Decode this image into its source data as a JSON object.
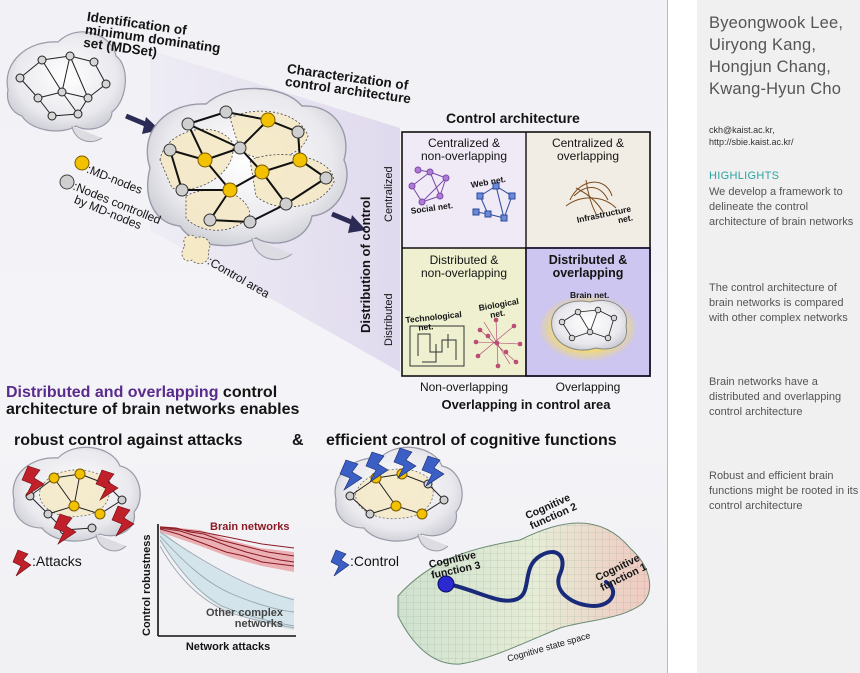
{
  "figure": {
    "labels": {
      "mdset_title": [
        "Identification of",
        "minimum dominating",
        "set (MDSet)"
      ],
      "characterization": [
        "Characterization of",
        "control architecture"
      ],
      "legend_md_nodes": ":MD-nodes",
      "legend_controlled": [
        ":Nodes controlled",
        "by MD-nodes"
      ],
      "legend_control_area": ":Control area",
      "control_architecture_title": "Control architecture",
      "y_axis_title": "Distribution of control",
      "y_axis_top": "Centralized",
      "y_axis_bottom": "Distributed",
      "x_axis_left": "Non-overlapping",
      "x_axis_right": "Overlapping",
      "x_axis_title": "Overlapping in control area",
      "quadrants": {
        "tl": [
          "Centralized &",
          "non-overlapping"
        ],
        "tr": [
          "Centralized &",
          "overlapping"
        ],
        "bl": [
          "Distributed &",
          "non-overlapping"
        ],
        "br": [
          "Distributed &",
          "overlapping"
        ]
      },
      "net_social": "Social net.",
      "net_web": "Web net.",
      "net_infrastructure": [
        "Infrastructure",
        "net."
      ],
      "net_technological": [
        "Technological",
        "net."
      ],
      "net_biological": [
        "Biological",
        "net."
      ],
      "net_brain": "Brain net.",
      "headline_highlight": "Distributed and overlapping",
      "headline_rest": " control",
      "headline_line2": "architecture of brain networks enables",
      "robust": "robust control against attacks",
      "ampersand": "&",
      "efficient": "efficient control of cognitive functions",
      "attacks": ":Attacks",
      "control": ":Control",
      "chart_ylabel": "Control robustness",
      "chart_xlabel": "Network attacks",
      "brain_networks": "Brain networks",
      "other_networks": [
        "Other complex",
        "networks"
      ],
      "cog1": [
        "Cognitive",
        "function 1"
      ],
      "cog2": [
        "Cognitive",
        "function 2"
      ],
      "cog3": [
        "Cognitive",
        "function 3"
      ],
      "cog_space": "Cognitive state space"
    },
    "colors": {
      "headline_purple": "#5b2b8c",
      "brain_red": "#8c1a24",
      "md_node_yellow": "#f2c200",
      "overlap_highlight": "#7d6fd6",
      "control_blue": "#3b5fc4",
      "path_blue": "#1a2a7a"
    }
  },
  "sidebar": {
    "authors": [
      "Byeongwook Lee,",
      "Uiryong Kang,",
      "Hongjun Chang,",
      "Kwang-Hyun Cho"
    ],
    "email": "ckh@kaist.ac.kr,",
    "url": "http://sbie.kaist.ac.kr/",
    "highlights_title": "HIGHLIGHTS",
    "highlights": [
      "We develop a framework to delineate the control architecture of brain networks",
      "The control architecture of brain networks is compared with other complex networks",
      "Brain networks have a distributed and overlapping control architecture",
      "Robust and efficient brain functions might be rooted in its control architecture"
    ]
  }
}
